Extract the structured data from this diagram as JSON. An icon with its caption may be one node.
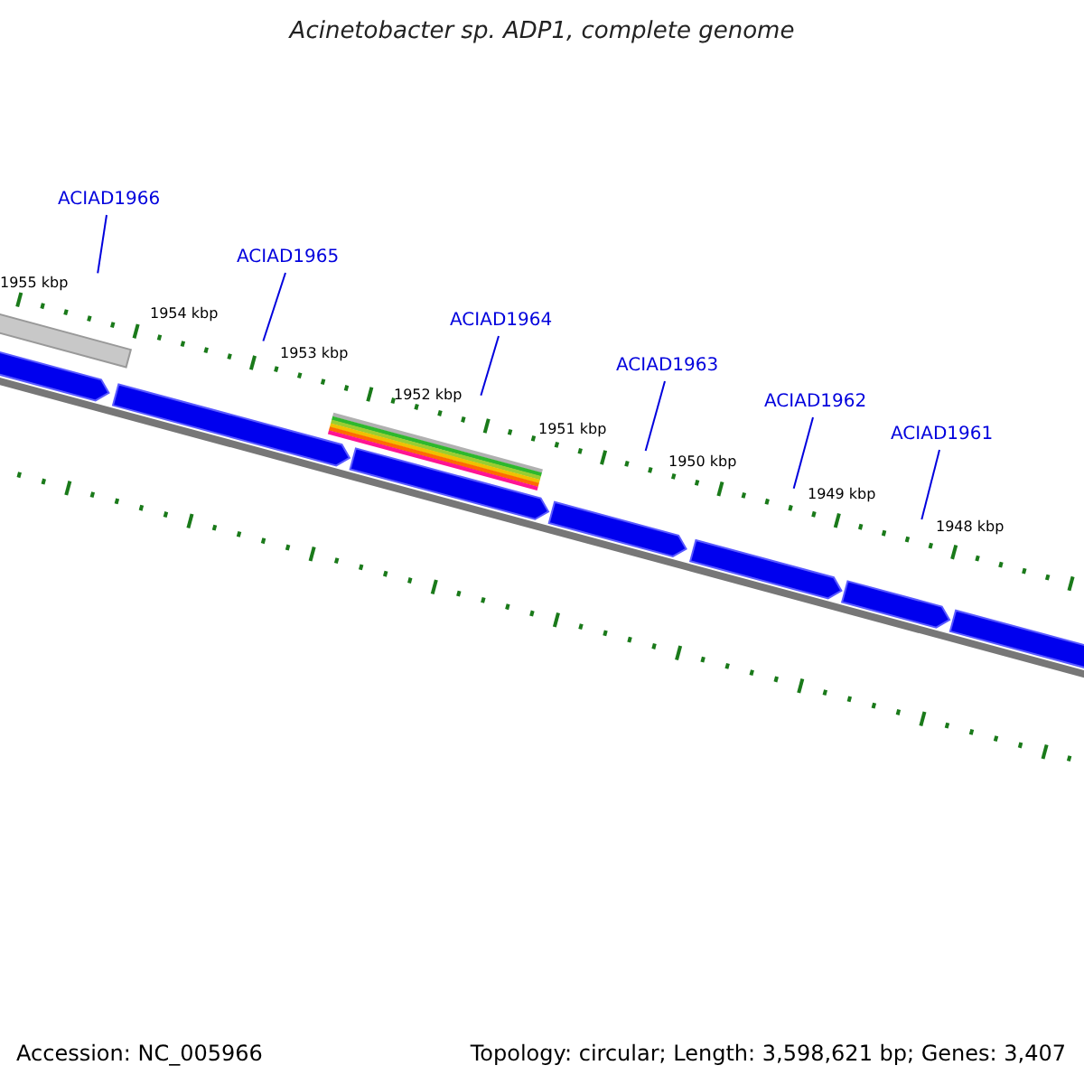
{
  "diagram": {
    "title": "Acinetobacter sp. ADP1, complete genome",
    "nodes": [
      {
        "text": [
          "ACIAD1966"
        ]
      },
      {
        "text": [
          "ACIAD1965"
        ]
      },
      {
        "text": [
          "ACIAD1964"
        ]
      },
      {
        "text": [
          "ACIAD1963"
        ]
      },
      {
        "text": [
          "ACIAD1962"
        ]
      },
      {
        "text": [
          "ACIAD1961"
        ]
      }
    ],
    "edges": [
      {
        "from": 0,
        "to": null,
        "arrow": "none"
      },
      {
        "from": 1,
        "to": null,
        "arrow": "none"
      },
      {
        "from": 2,
        "to": null,
        "arrow": "none"
      },
      {
        "from": 3,
        "to": null,
        "arrow": "none"
      },
      {
        "from": 4,
        "to": null,
        "arrow": "none"
      },
      {
        "from": 5,
        "to": null,
        "arrow": "none"
      }
    ],
    "labels": [
      "1955 kbp",
      "1954 kbp",
      "1953 kbp",
      "1952 kbp",
      "1951 kbp",
      "1950 kbp",
      "1949 kbp",
      "1948 kbp",
      "Accession: NC_005966",
      "Topology: circular; Length: 3,598,621 bp; Genes: 3,407"
    ]
  }
}
